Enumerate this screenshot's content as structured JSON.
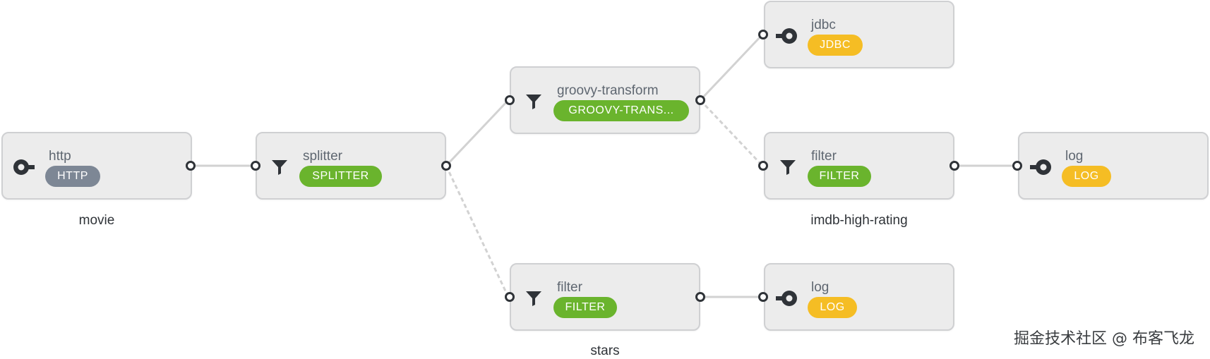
{
  "nodes": {
    "http": {
      "title": "http",
      "badge": "HTTP",
      "badge_color": "#7d8795",
      "icon": "source-icon"
    },
    "splitter": {
      "title": "splitter",
      "badge": "SPLITTER",
      "badge_color": "#6ab42d",
      "icon": "filter-icon"
    },
    "groovy": {
      "title": "groovy-transform",
      "badge": "GROOVY-TRANS...",
      "badge_color": "#6ab42d",
      "icon": "filter-icon"
    },
    "jdbc": {
      "title": "jdbc",
      "badge": "JDBC",
      "badge_color": "#f5bd24",
      "icon": "sink-icon"
    },
    "filter_high": {
      "title": "filter",
      "badge": "FILTER",
      "badge_color": "#6ab42d",
      "icon": "filter-icon"
    },
    "log_high": {
      "title": "log",
      "badge": "LOG",
      "badge_color": "#f5bd24",
      "icon": "sink-icon"
    },
    "filter_stars": {
      "title": "filter",
      "badge": "FILTER",
      "badge_color": "#6ab42d",
      "icon": "filter-icon"
    },
    "log_stars": {
      "title": "log",
      "badge": "LOG",
      "badge_color": "#f5bd24",
      "icon": "sink-icon"
    }
  },
  "stream_labels": {
    "movie": "movie",
    "imdb_high_rating": "imdb-high-rating",
    "stars": "stars"
  },
  "connections": [
    {
      "from": "http",
      "to": "splitter",
      "style": "solid"
    },
    {
      "from": "splitter",
      "to": "groovy",
      "style": "solid"
    },
    {
      "from": "splitter",
      "to": "filter_stars",
      "style": "dashed"
    },
    {
      "from": "groovy",
      "to": "jdbc",
      "style": "solid"
    },
    {
      "from": "groovy",
      "to": "filter_high",
      "style": "dashed"
    },
    {
      "from": "filter_high",
      "to": "log_high",
      "style": "solid"
    },
    {
      "from": "filter_stars",
      "to": "log_stars",
      "style": "solid"
    }
  ],
  "watermark": "掘金技术社区 @ 布客飞龙",
  "colors": {
    "edge": "#d2d2d2",
    "port_border": "#2f3338",
    "node_bg": "#ececec"
  }
}
